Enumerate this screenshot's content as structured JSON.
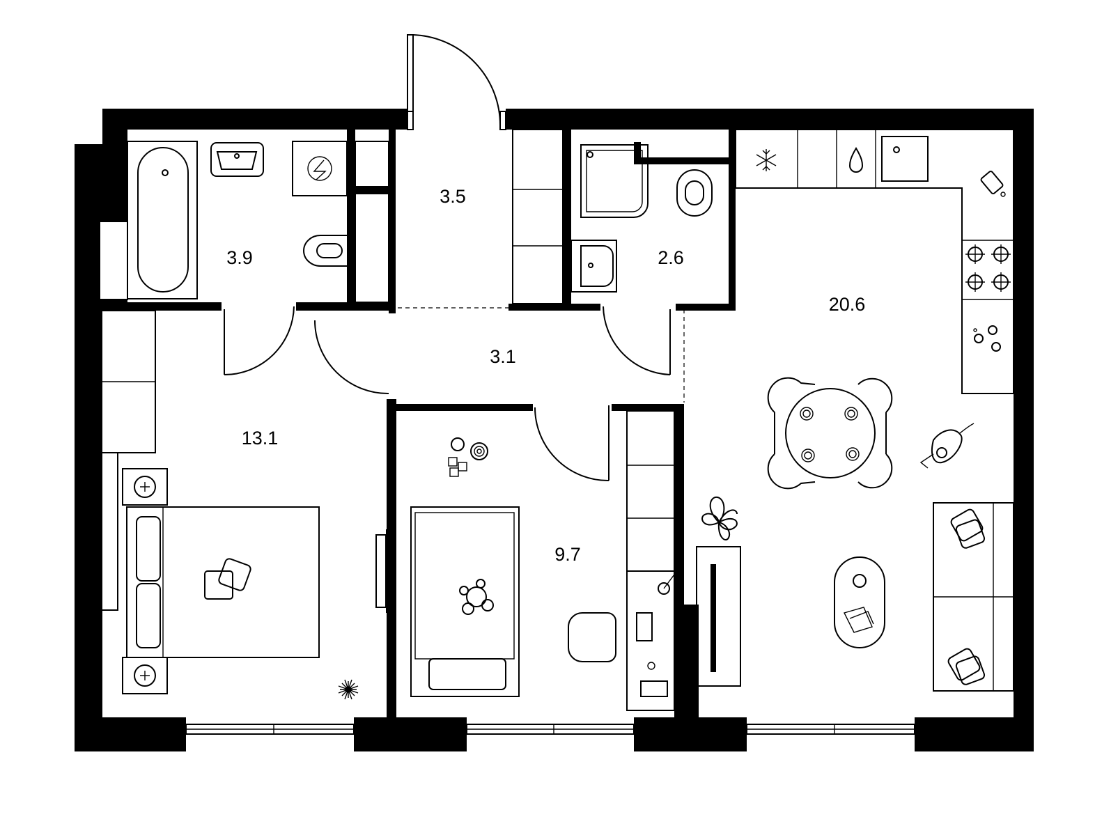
{
  "rooms": [
    {
      "id": "bathroom",
      "label": "3.9"
    },
    {
      "id": "entrance",
      "label": "3.5"
    },
    {
      "id": "toilet",
      "label": "2.6"
    },
    {
      "id": "hallway",
      "label": "3.1"
    },
    {
      "id": "bedroom",
      "label": "13.1"
    },
    {
      "id": "kids-room",
      "label": "9.7"
    },
    {
      "id": "kitchen-living",
      "label": "20.6"
    }
  ],
  "colors": {
    "wall": "#000000",
    "background": "#ffffff"
  }
}
